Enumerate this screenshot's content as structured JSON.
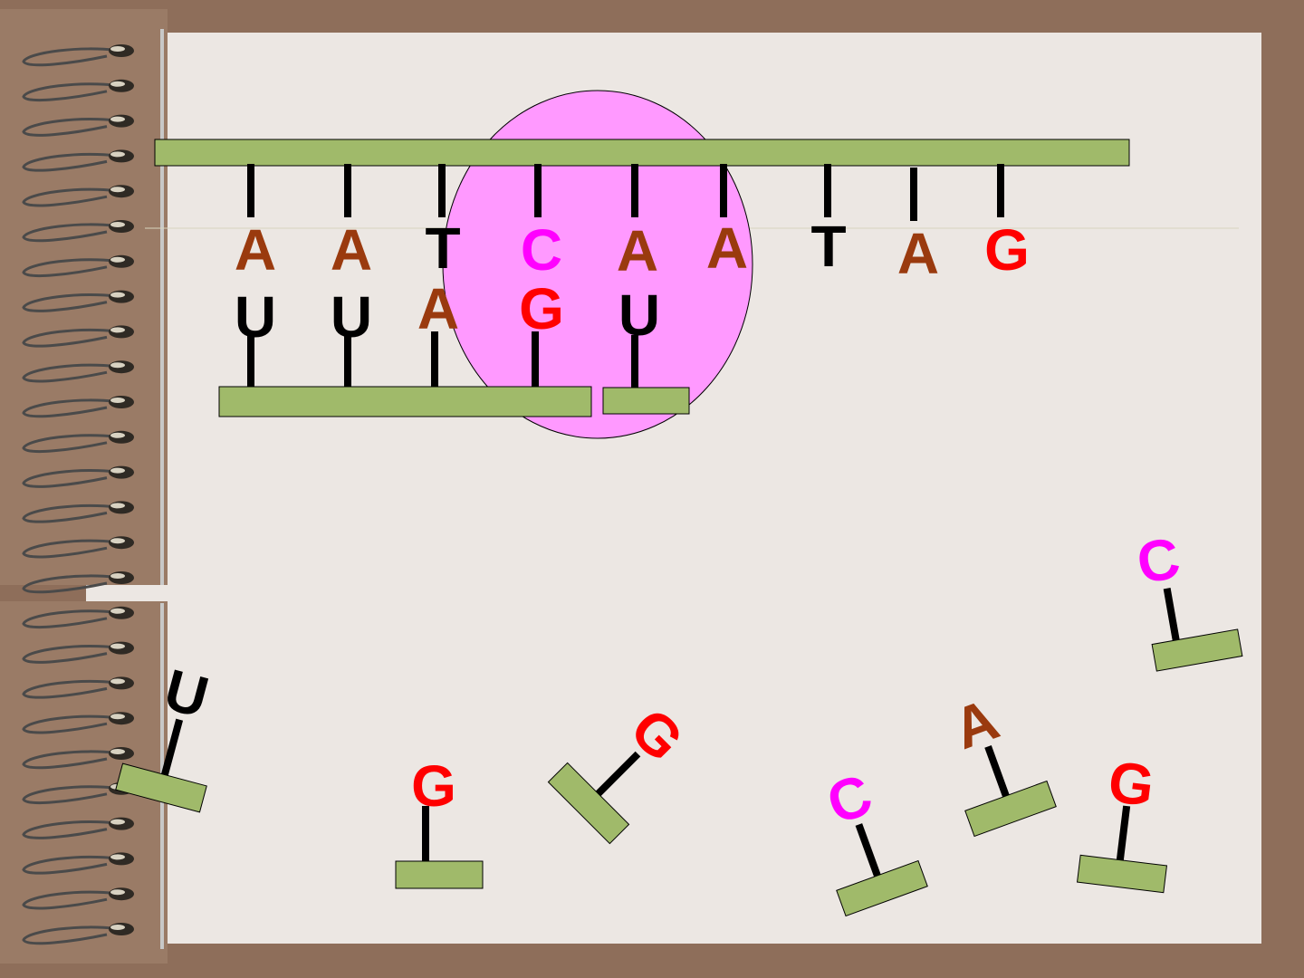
{
  "colors": {
    "background": "#8e6e5a",
    "page": "#ece7e3",
    "backbone": "#a0ba6a",
    "polymerase": "#ff99ff",
    "stick": "#000000",
    "A": "#9a3a0e",
    "T": "#000000",
    "U": "#000000",
    "C": "#ff00ff",
    "G": "#ff0000"
  },
  "dna_template": [
    "A",
    "A",
    "T",
    "C",
    "A",
    "A",
    "T",
    "A",
    "G"
  ],
  "rna_paired": [
    "U",
    "U",
    "A",
    "G",
    "U"
  ],
  "free_nucleotides": [
    "U",
    "G",
    "G",
    "C",
    "A",
    "G",
    "C"
  ]
}
